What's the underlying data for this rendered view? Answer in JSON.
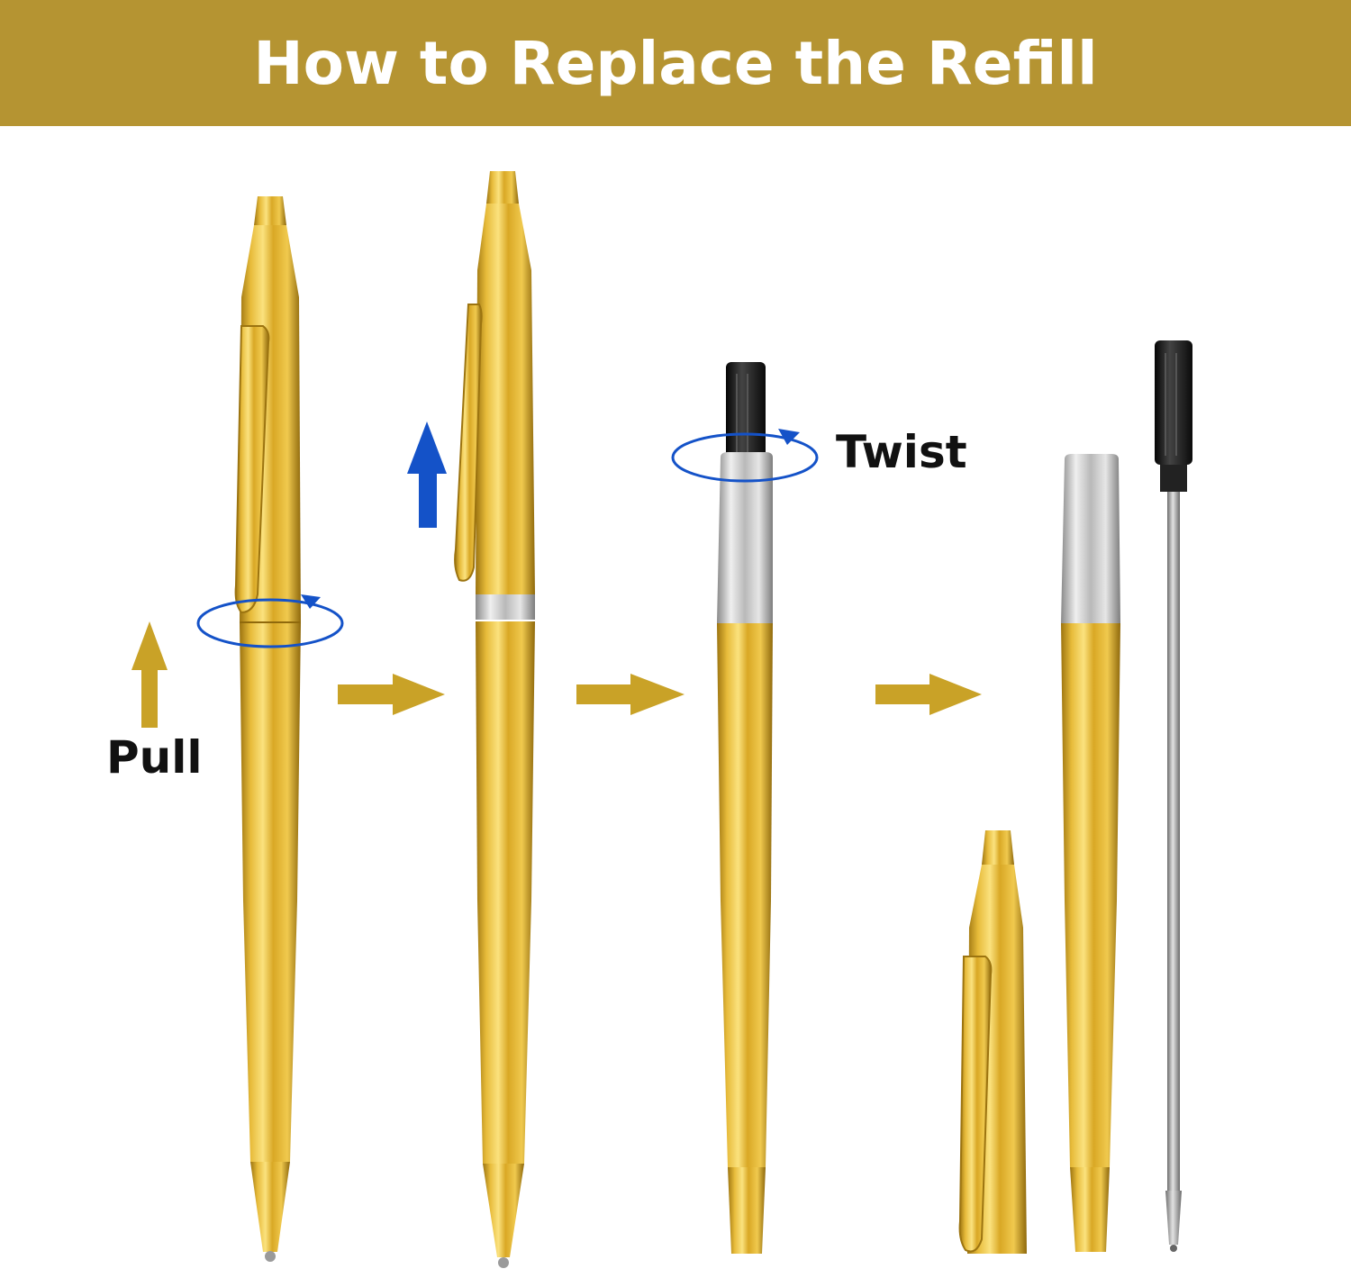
{
  "banner": {
    "title": "How to Replace the Refill"
  },
  "labels": {
    "pull": "Pull",
    "twist": "Twist"
  },
  "colors": {
    "banner": "#b59432",
    "gold": "#d4a82a",
    "gold_light": "#f3d46a",
    "gold_dark": "#9c7410",
    "arrow_gold": "#c9a227",
    "arrow_blue": "#1452c8",
    "silver": "#c9c9c9",
    "black_knob": "#1a1a1a"
  }
}
